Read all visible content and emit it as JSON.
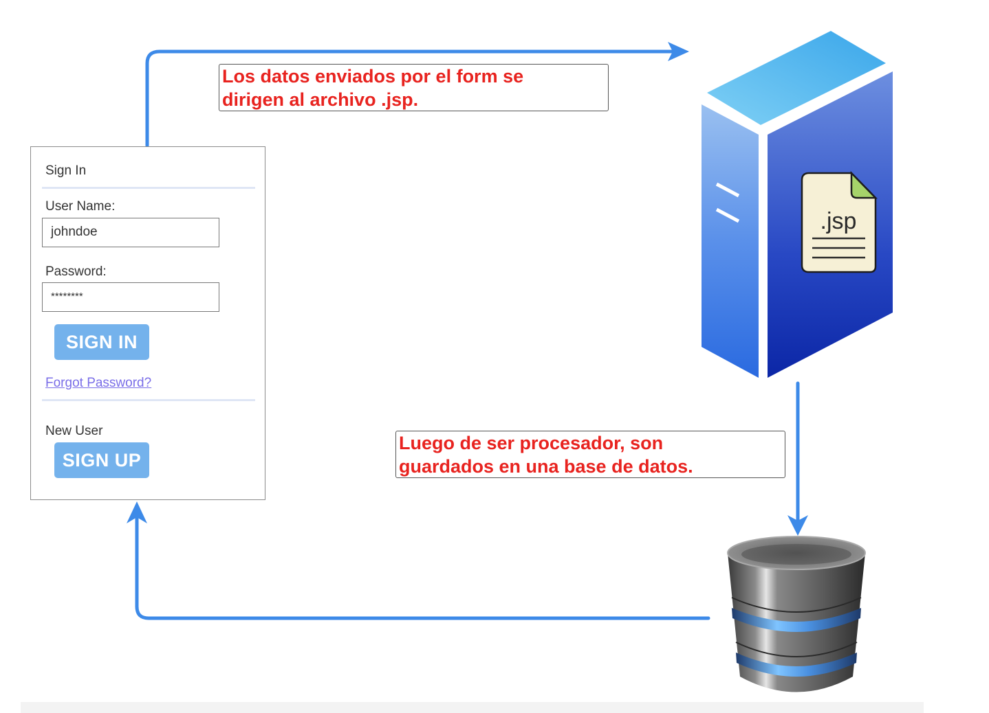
{
  "login_form": {
    "title": "Sign In",
    "username_label": "User Name:",
    "username_value": "johndoe",
    "password_label": "Password:",
    "password_value": "********",
    "sign_in_label": "SIGN IN",
    "forgot_password_label": "Forgot Password?",
    "new_user_label": "New User",
    "sign_up_label": "SIGN UP"
  },
  "callouts": {
    "top": [
      "Los datos enviados por el form se",
      "dirigen al archivo .jsp."
    ],
    "bottom": [
      "Luego de ser procesador, son",
      "guardados en una base de datos."
    ]
  },
  "server": {
    "file_label": ".jsp",
    "icon": "server-icon"
  },
  "database": {
    "icon": "database-icon"
  },
  "colors": {
    "arrow": "#3d8ae8",
    "callout_text": "#e8231f",
    "button": "#74b2ec",
    "link": "#7a6ee8"
  }
}
